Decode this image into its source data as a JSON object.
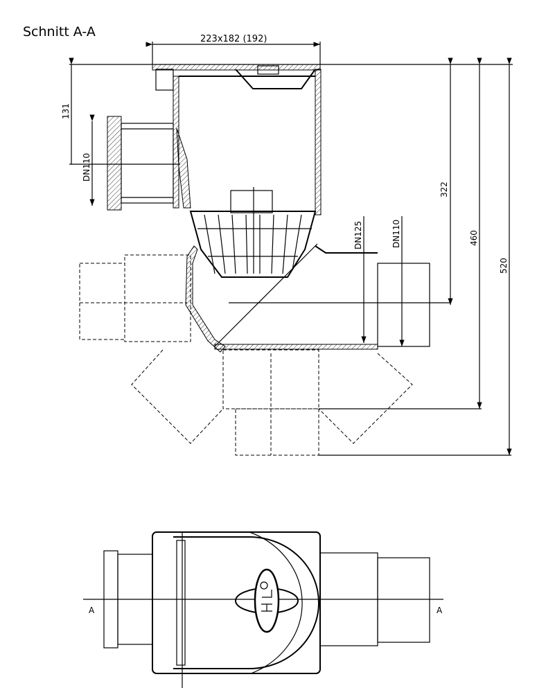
{
  "title": "Schnitt A-A",
  "dimensions": {
    "top_width": "223x182 (192)",
    "height_131": "131",
    "inlet_dn": "DN110",
    "height_322": "322",
    "height_460": "460",
    "height_520": "520",
    "outlet_dn125": "DN125",
    "outlet_dn110": "DN110"
  },
  "plan_view": {
    "section_mark_left": "A",
    "section_mark_right": "A",
    "logo_text": "HL"
  }
}
